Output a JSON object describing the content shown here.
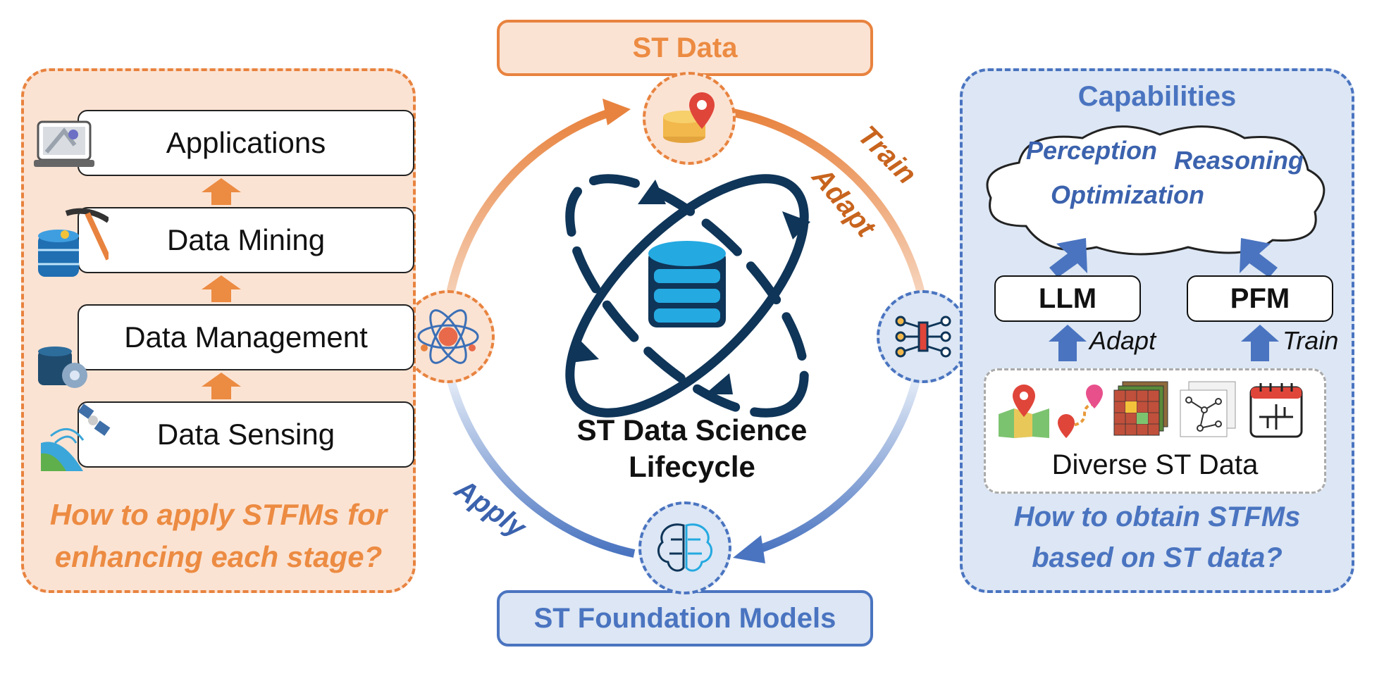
{
  "top_label": "ST Data",
  "bottom_label": "ST Foundation Models",
  "center_title_line1": "ST Data Science",
  "center_title_line2": "Lifecycle",
  "arc_labels": {
    "train": "Train",
    "adapt": "Adapt",
    "apply": "Apply"
  },
  "left_panel": {
    "stages": [
      "Applications",
      "Data Mining",
      "Data Management",
      "Data Sensing"
    ],
    "question_line1": "How to apply STFMs for",
    "question_line2": "enhancing each stage?"
  },
  "right_panel": {
    "title": "Capabilities",
    "capabilities": [
      "Perception",
      "Reasoning",
      "Optimization"
    ],
    "llm_label": "LLM",
    "pfm_label": "PFM",
    "adapt_label": "Adapt",
    "train_label": "Train",
    "data_label": "Diverse ST Data",
    "question_line1": "How to obtain STFMs",
    "question_line2": "based on ST data?"
  },
  "colors": {
    "orange": "#e8833f",
    "blue": "#4a74c0",
    "navy": "#0f3558",
    "cyan": "#24a9e1"
  },
  "icons": [
    "laptop-map-icon",
    "database-pickaxe-icon",
    "database-gear-icon",
    "satellite-earth-icon",
    "coins-location-icon",
    "atom-gear-icon",
    "neural-network-icon",
    "brain-circuit-icon",
    "map-pin-icon",
    "route-icon",
    "grid-data-icon",
    "graph-data-icon",
    "calendar-timeline-icon",
    "database-atom-icon"
  ]
}
